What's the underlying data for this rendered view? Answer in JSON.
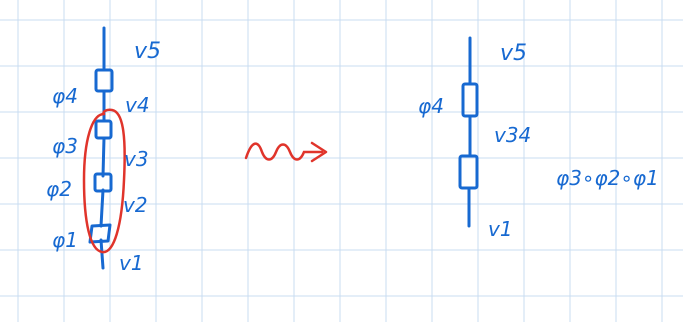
{
  "colors": {
    "background": "#ffffff",
    "grid": "#c9dcf2",
    "ink_blue": "#1769d1",
    "ink_red": "#e0342b"
  },
  "left_diagram": {
    "vertex_labels": {
      "v5": "v5",
      "v4": "v4",
      "v3": "v3",
      "v2": "v2",
      "v1": "v1"
    },
    "map_labels": {
      "phi4": "φ4",
      "phi3": "φ3",
      "phi2": "φ2",
      "phi1": "φ1"
    }
  },
  "arrow": {
    "meaning": "squiggly-arrow"
  },
  "right_diagram": {
    "vertex_labels": {
      "v5": "v5",
      "v34": "v34",
      "v1": "v1"
    },
    "map_labels": {
      "phi4": "φ4"
    },
    "composition": "φ3∘φ2∘φ1"
  }
}
